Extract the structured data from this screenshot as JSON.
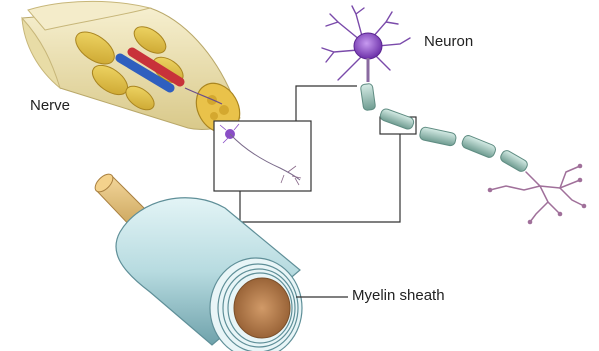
{
  "labels": {
    "nerve": "Nerve",
    "neuron": "Neuron",
    "myelin_sheath": "Myelin sheath"
  },
  "colors": {
    "nerve_fascicle": "#e6c64a",
    "nerve_sheath": "#efe3b0",
    "neuron_body": "#8a4ec6",
    "axon_segment": "#9fc4b8",
    "dendrite": "#a0709a",
    "myelin_outer": "#b7dbe0",
    "axon_core": "#b07a4e",
    "connector_line": "#333333"
  }
}
